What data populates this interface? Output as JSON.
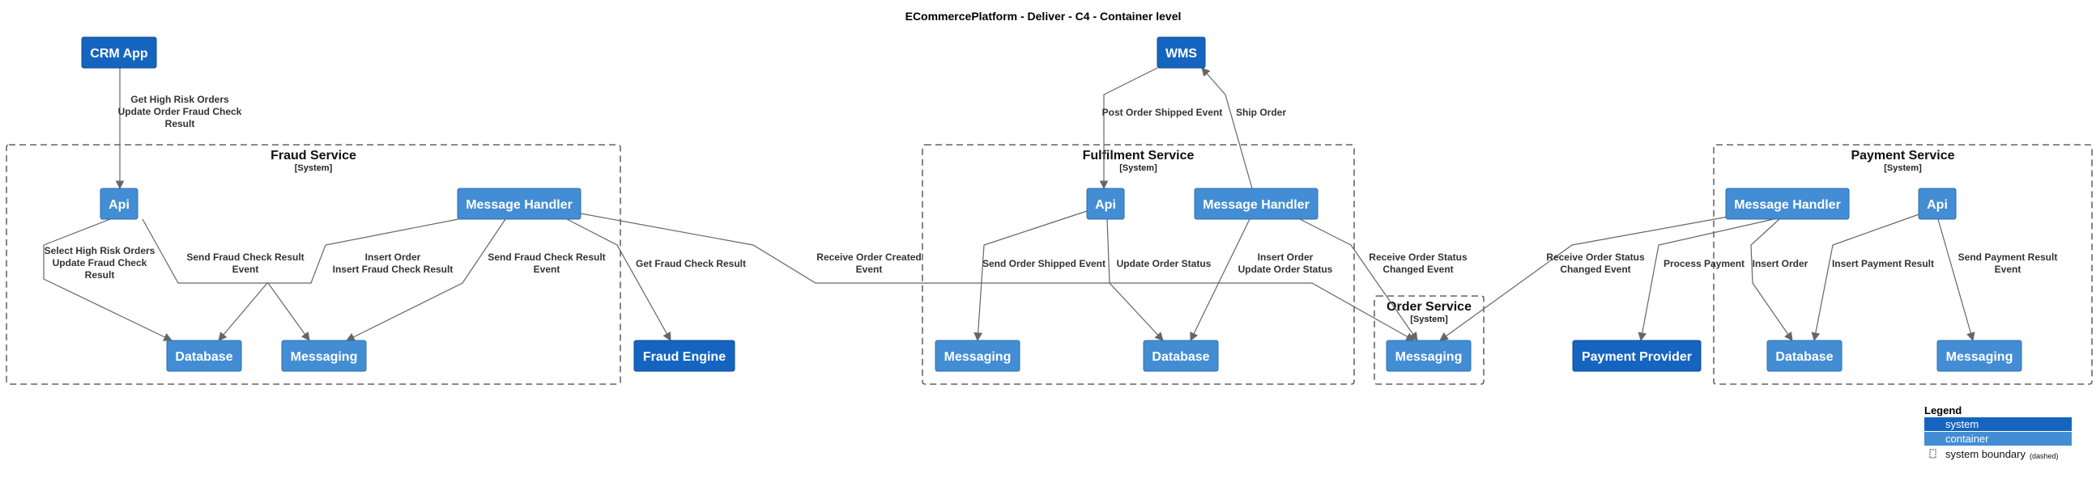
{
  "title": "ECommercePlatform - Deliver - C4 - Container level",
  "colors": {
    "system": "#1565C0",
    "container": "#438DD5",
    "system_border": "#0D4A8F",
    "container_border": "#2E6FAF",
    "edge": "#666666",
    "boundary": "#444444"
  },
  "boundaries": [
    {
      "id": "fraud",
      "title": "Fraud Service",
      "sub": "[System]"
    },
    {
      "id": "fulfilment",
      "title": "Fulfilment Service",
      "sub": "[System]"
    },
    {
      "id": "order",
      "title": "Order Service",
      "sub": "[System]"
    },
    {
      "id": "payment",
      "title": "Payment Service",
      "sub": "[System]"
    }
  ],
  "nodes": [
    {
      "id": "crm",
      "label": "CRM App",
      "kind": "system"
    },
    {
      "id": "wms",
      "label": "WMS",
      "kind": "system"
    },
    {
      "id": "fraud_api",
      "label": "Api",
      "kind": "container"
    },
    {
      "id": "fraud_mh",
      "label": "Message Handler",
      "kind": "container"
    },
    {
      "id": "fraud_db",
      "label": "Database",
      "kind": "container"
    },
    {
      "id": "fraud_msg",
      "label": "Messaging",
      "kind": "container"
    },
    {
      "id": "fraud_engine",
      "label": "Fraud Engine",
      "kind": "system"
    },
    {
      "id": "ful_api",
      "label": "Api",
      "kind": "container"
    },
    {
      "id": "ful_mh",
      "label": "Message Handler",
      "kind": "container"
    },
    {
      "id": "ful_msg",
      "label": "Messaging",
      "kind": "container"
    },
    {
      "id": "ful_db",
      "label": "Database",
      "kind": "container"
    },
    {
      "id": "order_msg",
      "label": "Messaging",
      "kind": "container"
    },
    {
      "id": "payment_provider",
      "label": "Payment Provider",
      "kind": "system"
    },
    {
      "id": "pay_mh",
      "label": "Message Handler",
      "kind": "container"
    },
    {
      "id": "pay_api",
      "label": "Api",
      "kind": "container"
    },
    {
      "id": "pay_db",
      "label": "Database",
      "kind": "container"
    },
    {
      "id": "pay_msg",
      "label": "Messaging",
      "kind": "container"
    }
  ],
  "edges": [
    {
      "id": "e1",
      "from": "crm",
      "to": "fraud_api",
      "label": [
        "Get High Risk Orders",
        "Update Order Fraud Check",
        "Result"
      ]
    },
    {
      "id": "e2",
      "from": "fraud_api",
      "to": "fraud_db",
      "label": [
        "Select High Risk Orders",
        "Update Fraud Check",
        "Result"
      ]
    },
    {
      "id": "e3",
      "from": "fraud_api",
      "to": "fraud_msg",
      "label": [
        "Send Fraud Check Result",
        "Event"
      ]
    },
    {
      "id": "e4",
      "from": "fraud_mh",
      "to": "fraud_db",
      "label": [
        "Insert Order",
        "Insert Fraud Check Result"
      ]
    },
    {
      "id": "e5",
      "from": "fraud_mh",
      "to": "fraud_msg",
      "label": [
        "Send Fraud Check Result",
        "Event"
      ]
    },
    {
      "id": "e6",
      "from": "fraud_mh",
      "to": "fraud_engine",
      "label": [
        "Get Fraud Check Result"
      ]
    },
    {
      "id": "e7",
      "from": "fraud_mh",
      "to": "order_msg",
      "label": [
        "Receive Order Created",
        "Event"
      ]
    },
    {
      "id": "e8",
      "from": "wms",
      "to": "ful_api",
      "label": [
        "Post Order Shipped Event"
      ]
    },
    {
      "id": "e9",
      "from": "ful_mh",
      "to": "wms",
      "label": [
        "Ship Order"
      ]
    },
    {
      "id": "e10",
      "from": "ful_api",
      "to": "ful_msg",
      "label": [
        "Send Order Shipped Event"
      ]
    },
    {
      "id": "e11",
      "from": "ful_api",
      "to": "ful_db",
      "label": [
        "Update Order Status"
      ]
    },
    {
      "id": "e12",
      "from": "ful_mh",
      "to": "ful_db",
      "label": [
        "Insert Order",
        "Update Order Status"
      ]
    },
    {
      "id": "e13",
      "from": "ful_mh",
      "to": "order_msg",
      "label": [
        "Receive Order Status",
        "Changed Event"
      ]
    },
    {
      "id": "e14",
      "from": "pay_mh",
      "to": "order_msg",
      "label": [
        "Receive Order Status",
        "Changed Event"
      ]
    },
    {
      "id": "e15",
      "from": "pay_mh",
      "to": "payment_provider",
      "label": [
        "Process Payment"
      ]
    },
    {
      "id": "e16",
      "from": "pay_mh",
      "to": "pay_db",
      "label": [
        "Insert Order"
      ]
    },
    {
      "id": "e17",
      "from": "pay_api",
      "to": "pay_db",
      "label": [
        "Insert Payment Result"
      ]
    },
    {
      "id": "e18",
      "from": "pay_api",
      "to": "pay_msg",
      "label": [
        "Send Payment Result",
        "Event"
      ]
    }
  ],
  "legend": {
    "title": "Legend",
    "items": [
      {
        "label": "system",
        "kind": "system"
      },
      {
        "label": "container",
        "kind": "container"
      },
      {
        "label": "system boundary",
        "note": "(dashed)",
        "kind": "boundary"
      }
    ]
  }
}
